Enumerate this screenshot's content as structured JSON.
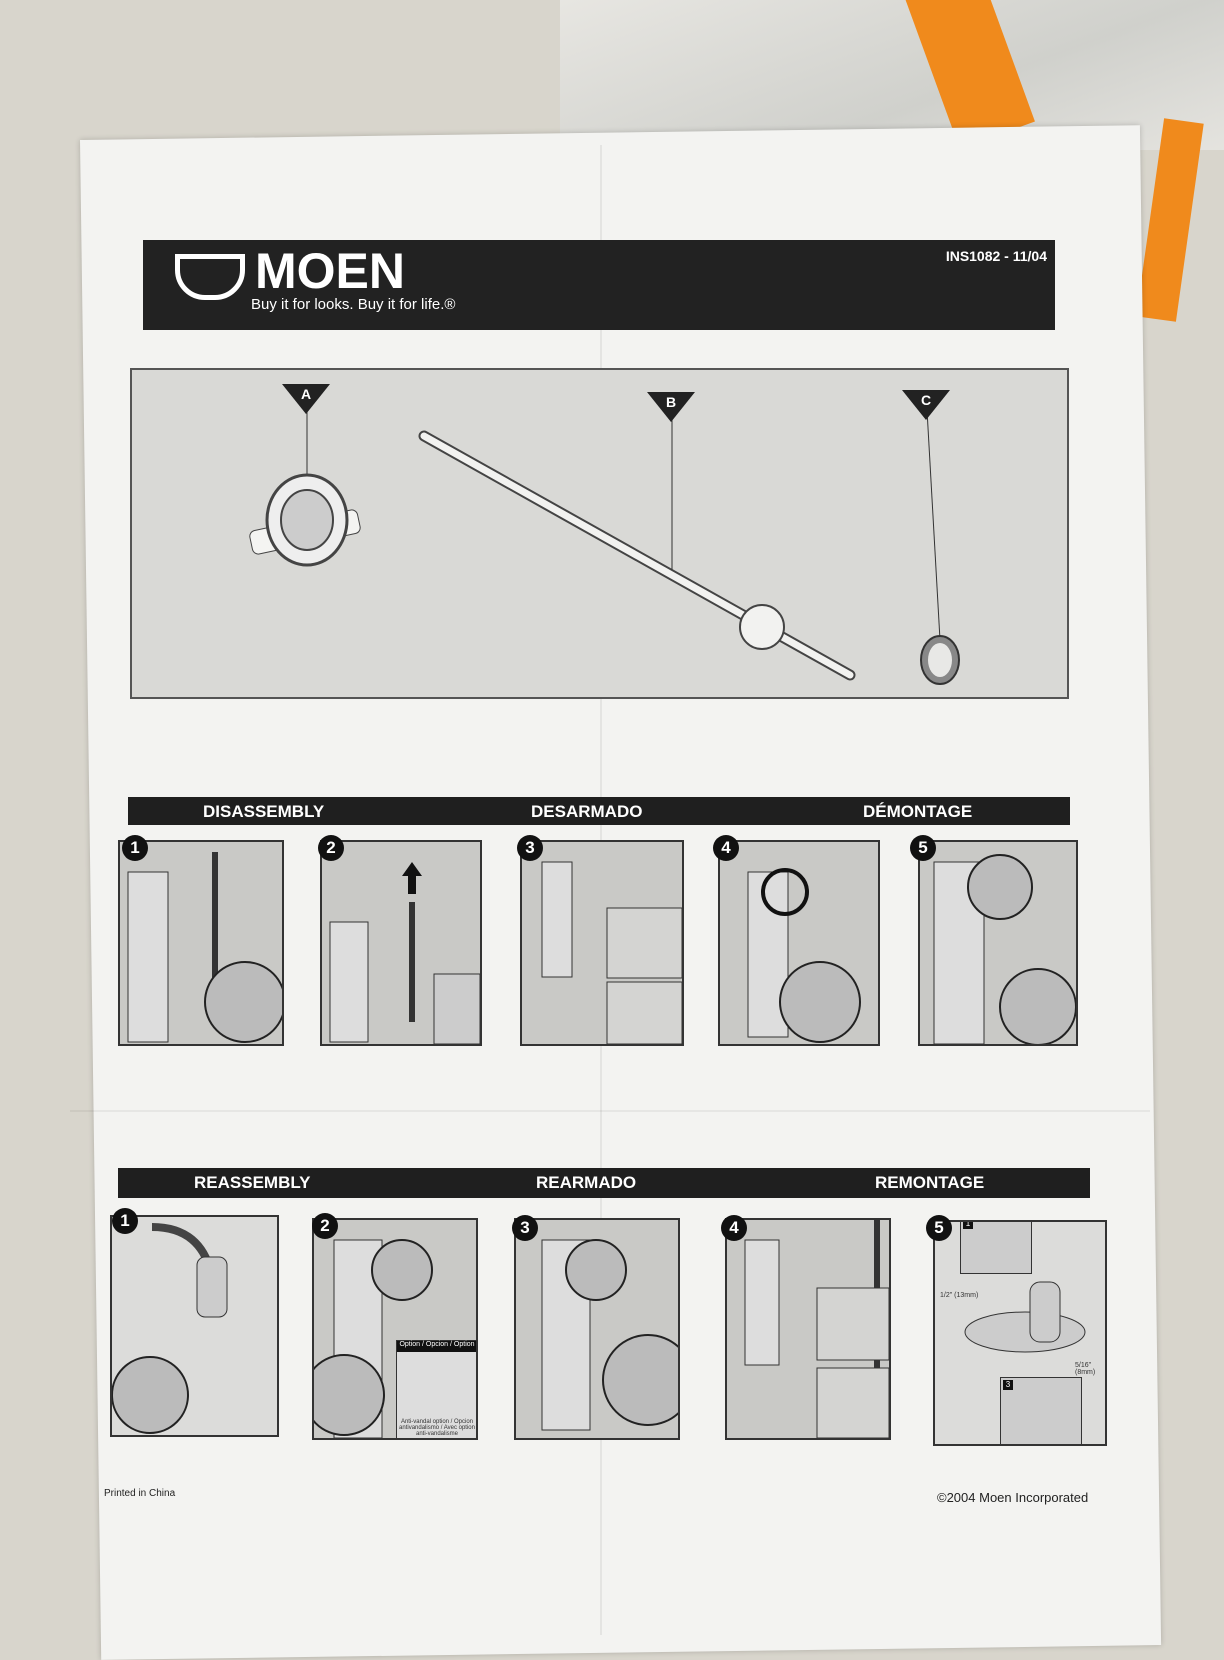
{
  "header": {
    "brand": "MOEN",
    "tagline": "Buy it for looks. Buy it for life.®",
    "doc_id": "INS1082 - 11/04"
  },
  "parts": [
    {
      "label": "A"
    },
    {
      "label": "B"
    },
    {
      "label": "C"
    }
  ],
  "disassembly": {
    "titles": [
      "DISASSEMBLY",
      "DESARMADO",
      "DÉMONTAGE"
    ],
    "steps": [
      "1",
      "2",
      "3",
      "4",
      "5"
    ]
  },
  "reassembly": {
    "titles": [
      "REASSEMBLY",
      "REARMADO",
      "REMONTAGE"
    ],
    "steps": [
      "1",
      "2",
      "3",
      "4",
      "5"
    ],
    "option_label": "Option / Opcion / Option",
    "option_note": "Anti-vandal option / Opcion antivandalismo / Avec option anti-vandalisme",
    "dim_1": "1/2\" (13mm)",
    "dim_2": "5/16\" (8mm)",
    "sub_1": "1",
    "sub_3": "3"
  },
  "footer": {
    "printed": "Printed in China",
    "copyright": "©2004 Moen Incorporated"
  }
}
